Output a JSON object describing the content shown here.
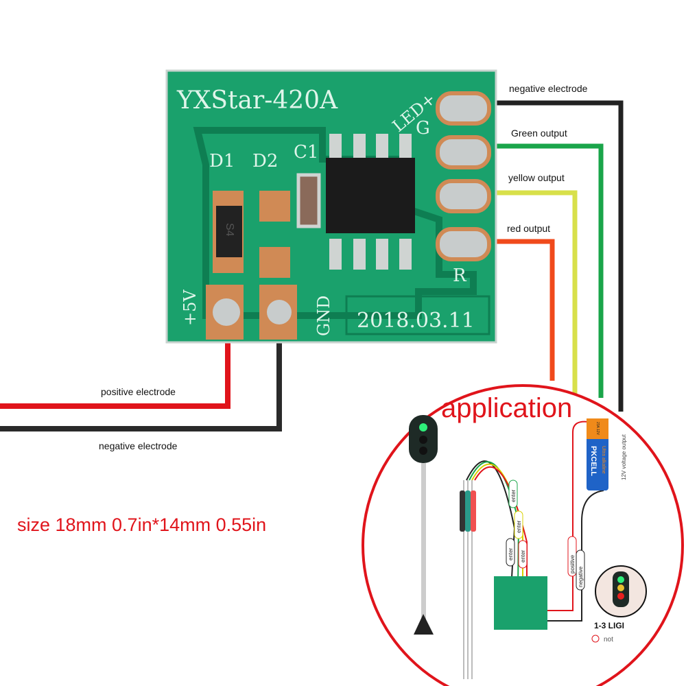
{
  "board": {
    "model": "YXStar-420A",
    "date": "2018.03.11",
    "silk": {
      "d1": "D1",
      "d2": "D2",
      "c1": "C1",
      "led": "LED+",
      "g": "G",
      "r": "R",
      "gnd": "GND",
      "v5": "+5V",
      "diode": "S4"
    }
  },
  "wire_labels": {
    "neg_top": "negative electrode",
    "green": "Green output",
    "yellow": "yellow output",
    "red": "red output",
    "pos": "positive electrode",
    "neg_bottom": "negative electrode"
  },
  "size_text": "size 18mm 0.7in*14mm 0.55in",
  "application": {
    "title": "application",
    "battery_brand": "PKCELL",
    "battery_type": "Ultra alkaline",
    "battery_spec": "23A 12V",
    "battery_note": "12V voltage output",
    "tags": [
      "enter",
      "enter",
      "enter",
      "enter"
    ],
    "positive": "positive",
    "negative": "negative",
    "lights_caption": "1-3 LIGI",
    "not_label": "not"
  },
  "colors": {
    "board": "#1aa16c",
    "accent_red": "#e0141b",
    "wire_black": "#222",
    "wire_green": "#1aa54a",
    "wire_yellow": "#d8e04a",
    "wire_red": "#f04a1c"
  }
}
